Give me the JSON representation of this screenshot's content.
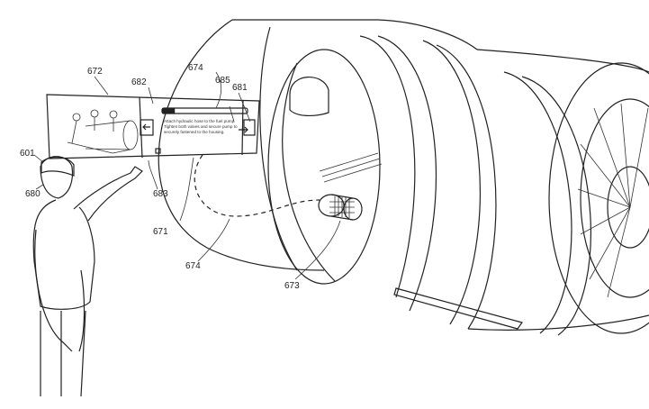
{
  "figure": {
    "reference_labels": {
      "r601": "601",
      "r680": "680",
      "r672": "672",
      "r682": "682",
      "r674a": "674",
      "r685": "685",
      "r681": "681",
      "r683": "683",
      "r671": "671",
      "r674b": "674",
      "r673": "673"
    },
    "panel": {
      "instruction_text": "Attach hydraulic hose to the fuel pump. Tighten both valves and secure pump to securely fastened to the housing.",
      "progress_fraction": 0.15,
      "prev_icon": "arrow-left-icon",
      "next_icon": "arrow-right-icon"
    }
  }
}
